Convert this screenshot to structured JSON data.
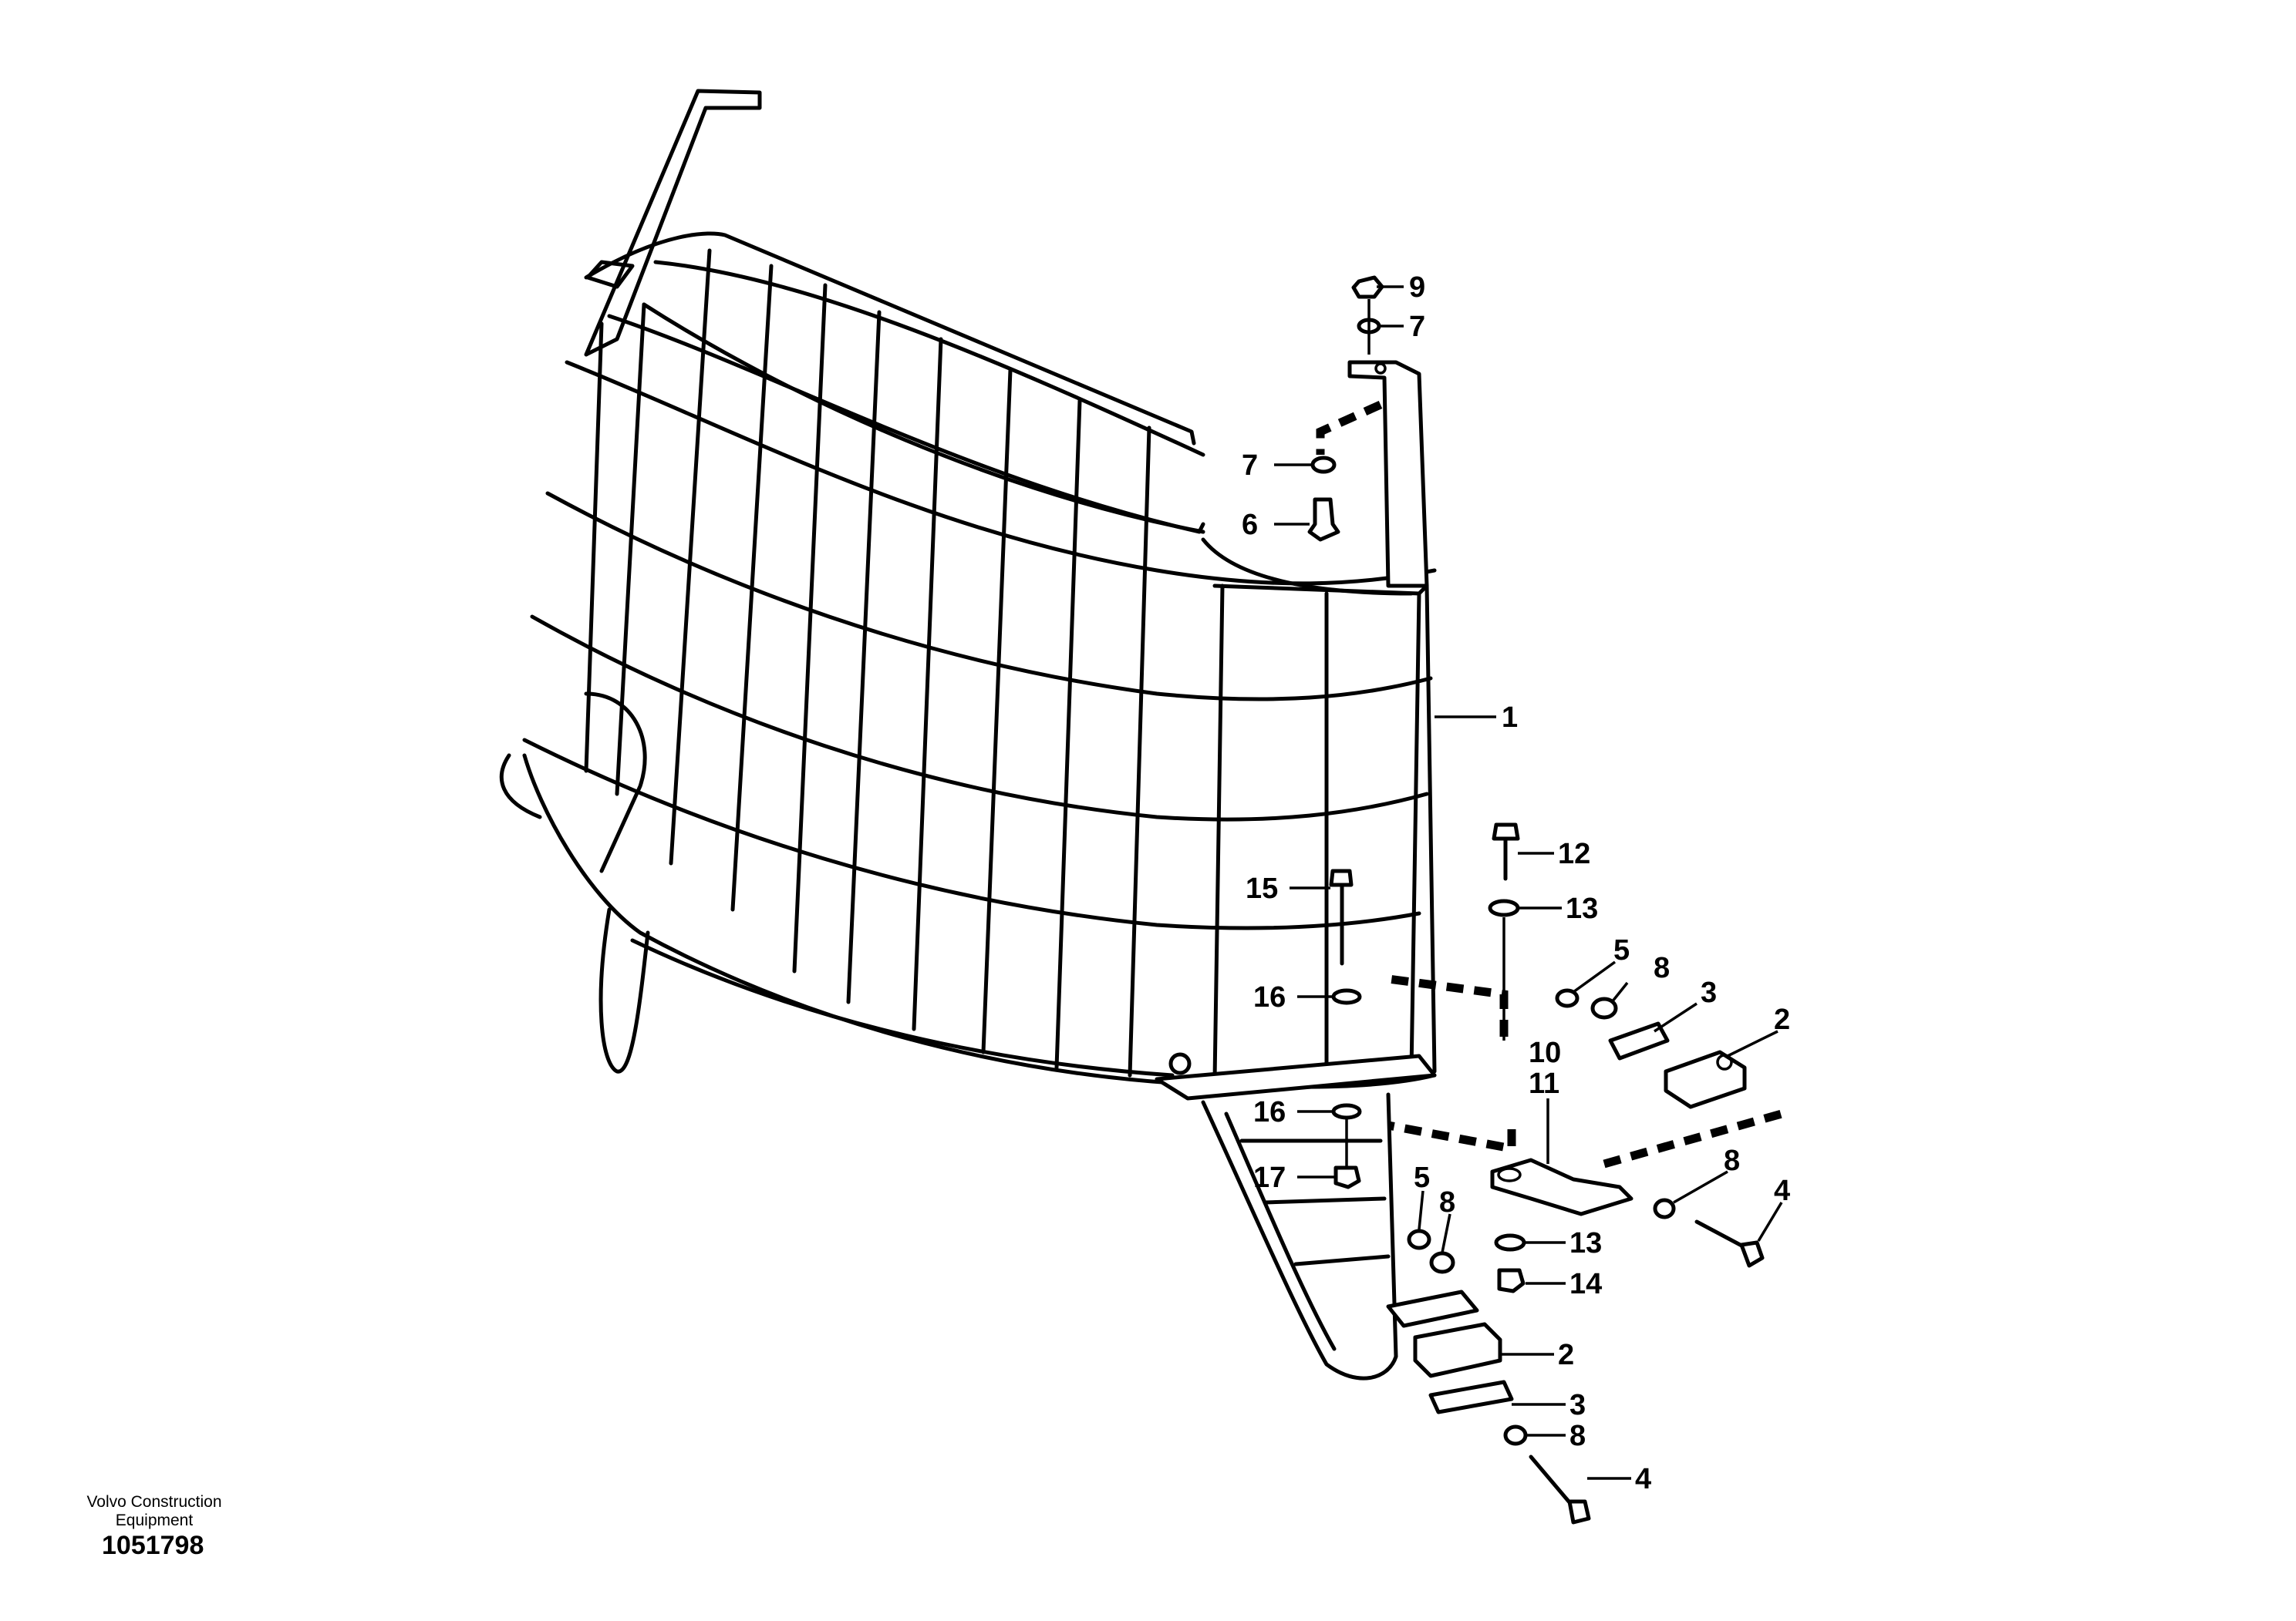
{
  "diagram": {
    "publisher": "Volvo Construction Equipment",
    "drawing_number": "1051798",
    "callouts": [
      {
        "id": "callout-9-top",
        "label": "9"
      },
      {
        "id": "callout-7-top",
        "label": "7"
      },
      {
        "id": "callout-7-mid",
        "label": "7"
      },
      {
        "id": "callout-6",
        "label": "6"
      },
      {
        "id": "callout-1",
        "label": "1"
      },
      {
        "id": "callout-12",
        "label": "12"
      },
      {
        "id": "callout-15",
        "label": "15"
      },
      {
        "id": "callout-13-upper",
        "label": "13"
      },
      {
        "id": "callout-5-right",
        "label": "5"
      },
      {
        "id": "callout-8-right-upper",
        "label": "8"
      },
      {
        "id": "callout-3-right",
        "label": "3"
      },
      {
        "id": "callout-2-right",
        "label": "2"
      },
      {
        "id": "callout-16-upper",
        "label": "16"
      },
      {
        "id": "callout-10",
        "label": "10"
      },
      {
        "id": "callout-11",
        "label": "11"
      },
      {
        "id": "callout-16-lower",
        "label": "16"
      },
      {
        "id": "callout-17",
        "label": "17"
      },
      {
        "id": "callout-5-lower",
        "label": "5"
      },
      {
        "id": "callout-8-lower-upper",
        "label": "8"
      },
      {
        "id": "callout-8-right-lower",
        "label": "8"
      },
      {
        "id": "callout-4-right",
        "label": "4"
      },
      {
        "id": "callout-13-lower",
        "label": "13"
      },
      {
        "id": "callout-14",
        "label": "14"
      },
      {
        "id": "callout-2-lower",
        "label": "2"
      },
      {
        "id": "callout-3-lower",
        "label": "3"
      },
      {
        "id": "callout-8-lower",
        "label": "8"
      },
      {
        "id": "callout-4-lower",
        "label": "4"
      }
    ]
  }
}
